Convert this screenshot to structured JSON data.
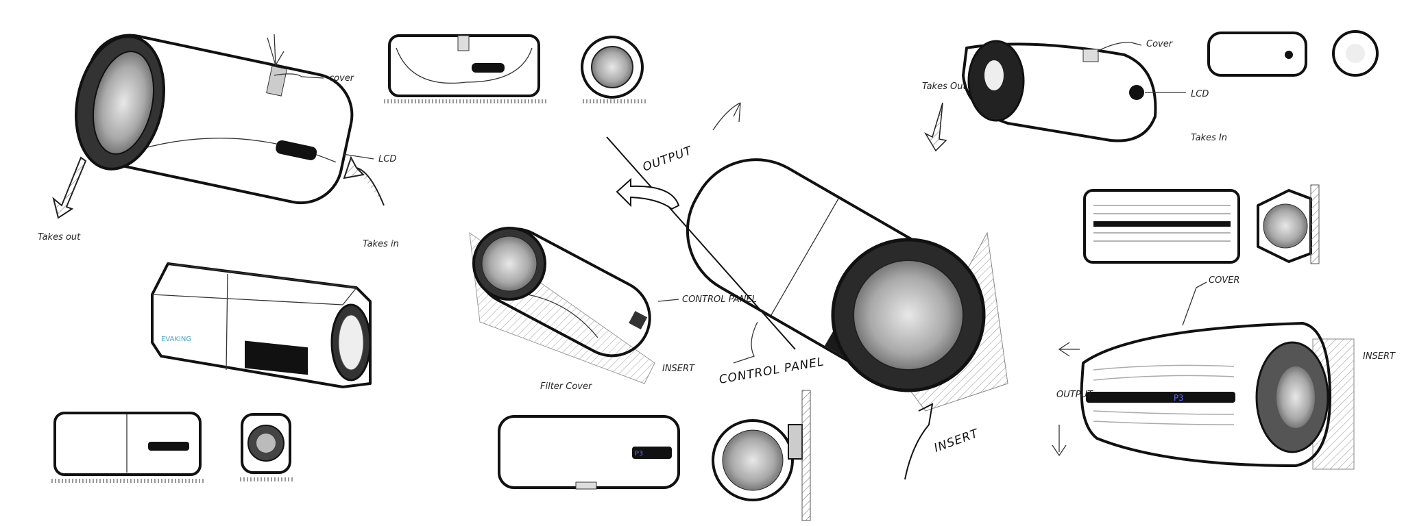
{
  "sketch_sheet": {
    "concept_1": {
      "cover": "cover",
      "lcd": "LCD",
      "takes_out": "Takes out",
      "takes_in": "Takes in"
    },
    "concept_2": {
      "brand": "EVAKING"
    },
    "concept_3": {
      "control_panel": "CONTROL PANEL",
      "insert": "INSERT",
      "filter_cover": "Filter Cover"
    },
    "concept_4": {
      "output": "OUTPUT",
      "control_panel": "CONTROL PANEL",
      "insert": "INSERT",
      "display": "P3"
    },
    "concept_5": {
      "cover": "Cover",
      "lcd": "LCD",
      "takes_out": "Takes Out",
      "takes_in": "Takes In"
    },
    "concept_6": {
      "cover": "COVER",
      "output": "OUTPUT",
      "insert": "INSERT",
      "display": "P3"
    },
    "colors": {
      "ink": "#111111",
      "metal": "#b8b8b8",
      "display_blue": "#4a5bd8"
    }
  }
}
